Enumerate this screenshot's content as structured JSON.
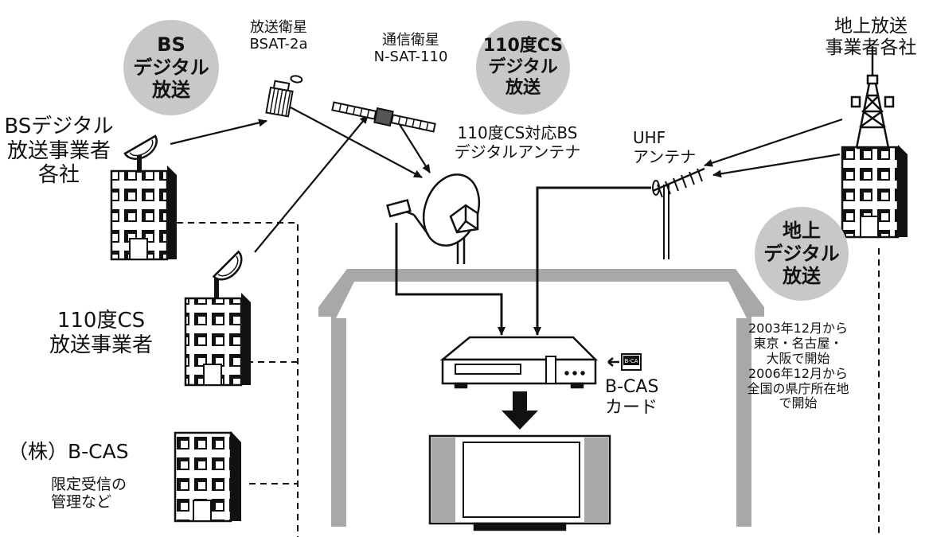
{
  "colors": {
    "circle_fill": "#c8c8c8",
    "house_fill": "#a8a8a8",
    "line": "#111111",
    "building_fill": "#ffffff"
  },
  "broadcast_circles": {
    "bs": "BS\nデジタル\n放送",
    "cs110": "110度CS\nデジタル\n放送",
    "terrestrial": "地上\nデジタル\n放送"
  },
  "satellites": {
    "bs_satellite": "放送衛星\nBSAT-2a",
    "comm_satellite": "通信衛星\nN-SAT-110"
  },
  "broadcasters": {
    "bs_broadcasters": "BSデジタル\n放送事業者\n各社",
    "cs_broadcasters": "110度CS\n放送事業者",
    "terrestrial_broadcasters": "地上放送\n事業者各社",
    "bcas_company": "（株）B-CAS",
    "bcas_role": "限定受信の\n管理など"
  },
  "antennas": {
    "dish": "110度CS対応BS\nデジタルアンテナ",
    "uhf": "UHF\nアンテナ"
  },
  "card": {
    "label": "B-CAS\nカード",
    "chip_text": "B-CA"
  },
  "schedule_note": "2003年12月から\n東京・名古屋・\n大阪で開始\n2006年12月から\n全国の県庁所在地\nで開始",
  "icons": [
    "satellite-icon",
    "dish-antenna-icon",
    "building-icon",
    "tower-icon",
    "uhf-antenna-icon",
    "tuner-icon",
    "tv-icon",
    "card-icon"
  ]
}
